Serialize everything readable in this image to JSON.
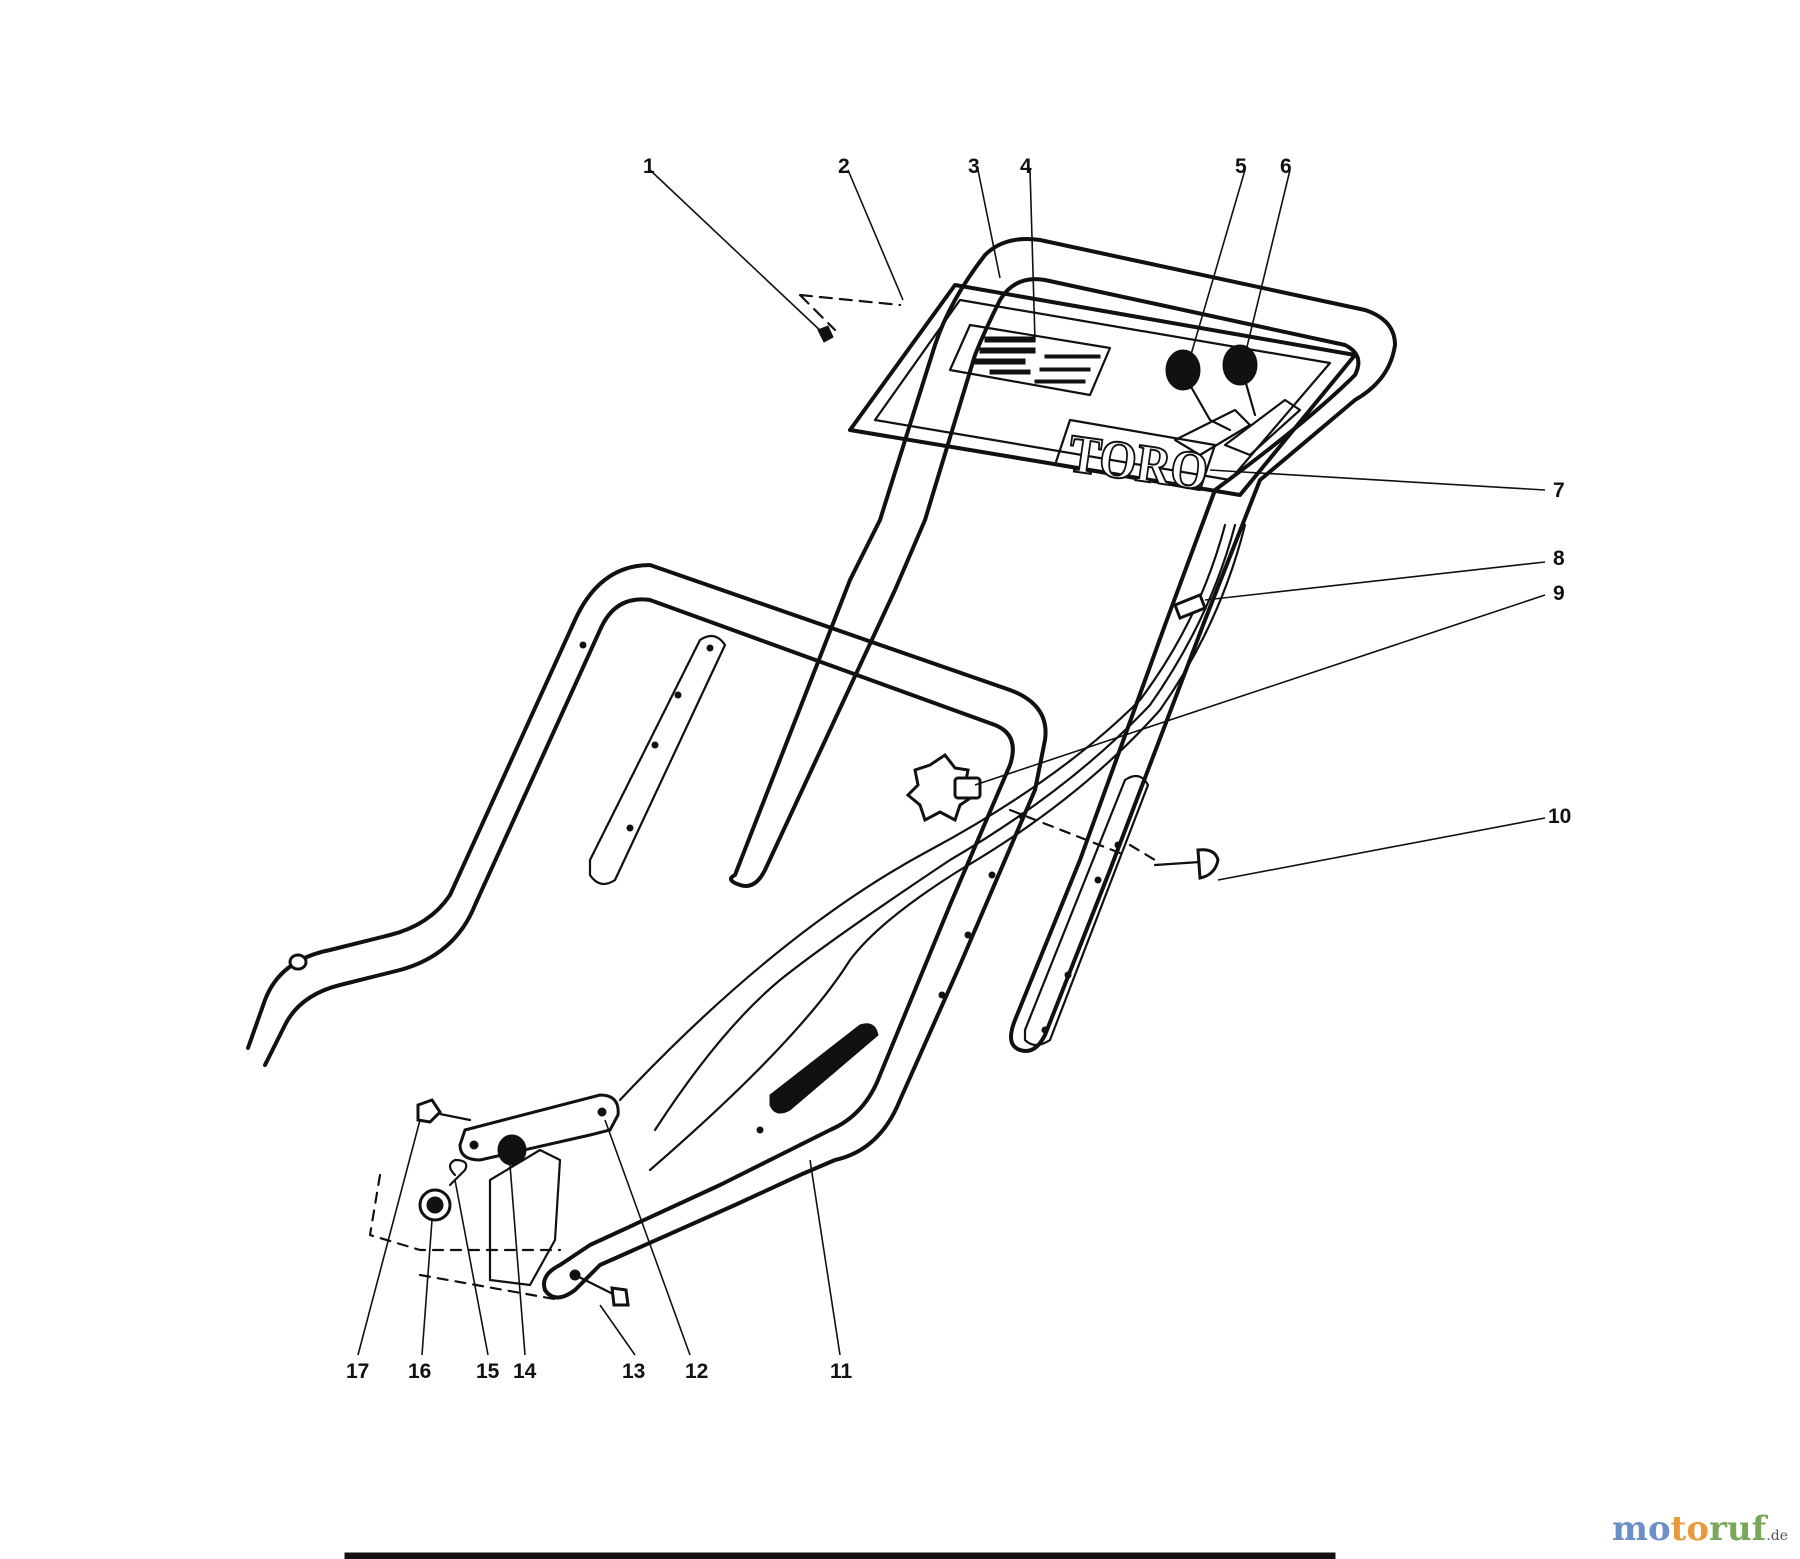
{
  "diagram": {
    "callouts": [
      "1",
      "2",
      "3",
      "4",
      "5",
      "6",
      "7",
      "8",
      "9",
      "10",
      "11",
      "12",
      "13",
      "14",
      "15",
      "16",
      "17"
    ],
    "brand_decal": "TORO"
  },
  "watermark": {
    "text": "motoruf.de",
    "parts": [
      "mo",
      "to",
      "ruf",
      ".de"
    ],
    "colors": [
      "#6b8fc7",
      "#e89a3a",
      "#7aa85a",
      "#555555"
    ]
  }
}
